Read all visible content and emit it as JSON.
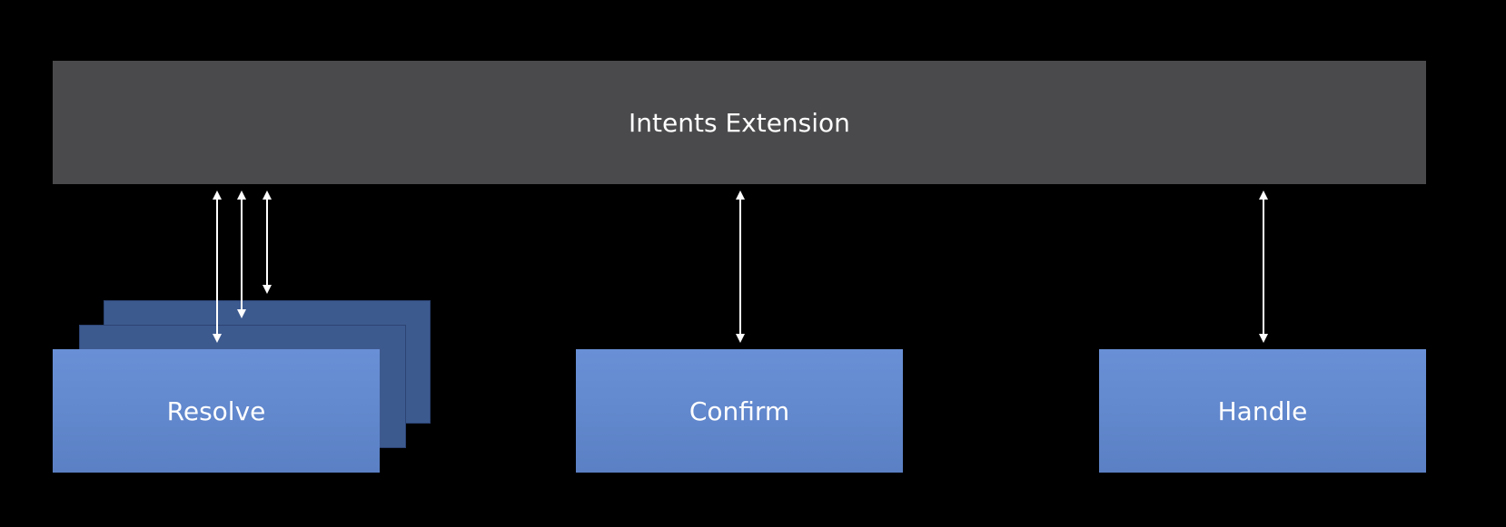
{
  "diagram": {
    "top_bar": {
      "label": "Intents Extension"
    },
    "steps": [
      {
        "id": "resolve",
        "label": "Resolve"
      },
      {
        "id": "confirm",
        "label": "Confirm"
      },
      {
        "id": "handle",
        "label": "Handle"
      }
    ],
    "colors": {
      "top_bar": "#4a4a4c",
      "step_fill": "#6990d6",
      "stack_fill": "#3d5a8f",
      "arrow": "#ffffff",
      "background": "#000000"
    }
  }
}
